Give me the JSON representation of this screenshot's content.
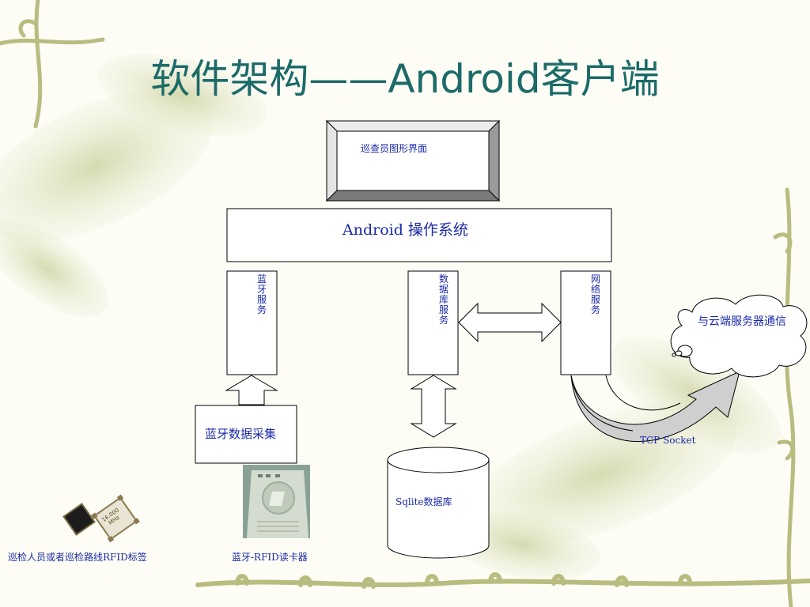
{
  "title": "软件架构——Android客户端",
  "diagram": {
    "gui_label": "巡查员图形界面",
    "os_label": "Android 操作系统",
    "bluetooth_service": "蓝牙服务",
    "database_service": "数据库服务",
    "network_service": "网络服务",
    "cloud_label": "与云端服务器通信",
    "bt_collect_label": "蓝牙数据采集",
    "tcp_label": "TCP Socket",
    "sqlite_label": "Sqlite数据库",
    "rfid_tag_caption": "巡检人员或者巡检路线RFID标签",
    "reader_caption": "蓝牙-RFID读卡器",
    "crystal_text": "16.000 MHz"
  },
  "colors": {
    "title": "#1c6b68",
    "label": "#1a2aa8",
    "leaf": "#d8ddb4",
    "vine": "#c2c58a"
  }
}
